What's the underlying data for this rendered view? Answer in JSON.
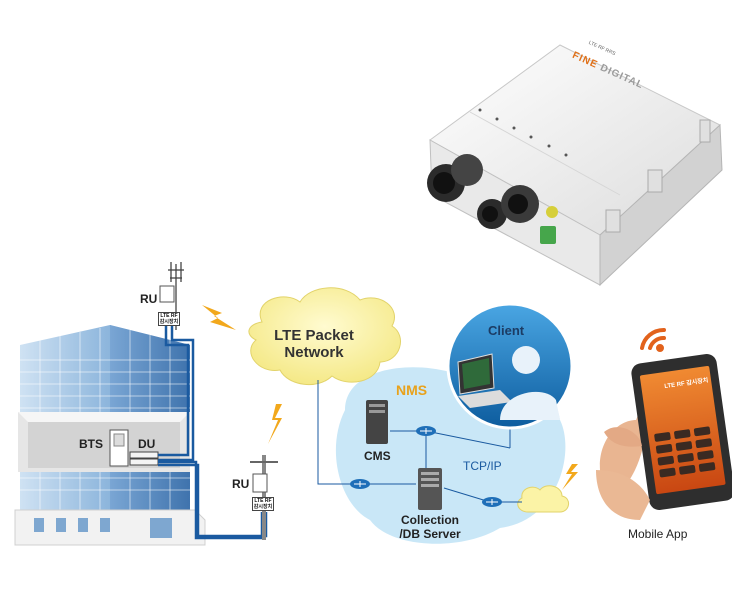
{
  "device": {
    "brand": "FINE DIGITAL",
    "brand_first": "FINE",
    "brand_second": "DIGITAL",
    "model": "LTE RF RRS"
  },
  "building": {
    "bts_label": "BTS",
    "du_label": "DU"
  },
  "ru_top": {
    "label": "RU",
    "tag": "LTE RF 감시장치"
  },
  "ru_bottom": {
    "label": "RU",
    "tag": "LTE RF 감시장치"
  },
  "cloud": {
    "line1": "LTE Packet",
    "line2": "Network"
  },
  "nms": {
    "title": "NMS",
    "client_label": "Client",
    "cms_label": "CMS",
    "tcpip_label": "TCP/IP",
    "collection_label": "Collection /DB Server"
  },
  "mobile": {
    "label": "Mobile App",
    "screen_title": "LTE RF 감시장치"
  },
  "colors": {
    "link_blue": "#1a5aa0",
    "nms_orange": "#e8a21c",
    "cloud_yellow": "#fbf3a6",
    "nms_bubble": "#bfe3f6",
    "client_circle": "#1f7fc4",
    "phone_orange": "#e2621c"
  }
}
